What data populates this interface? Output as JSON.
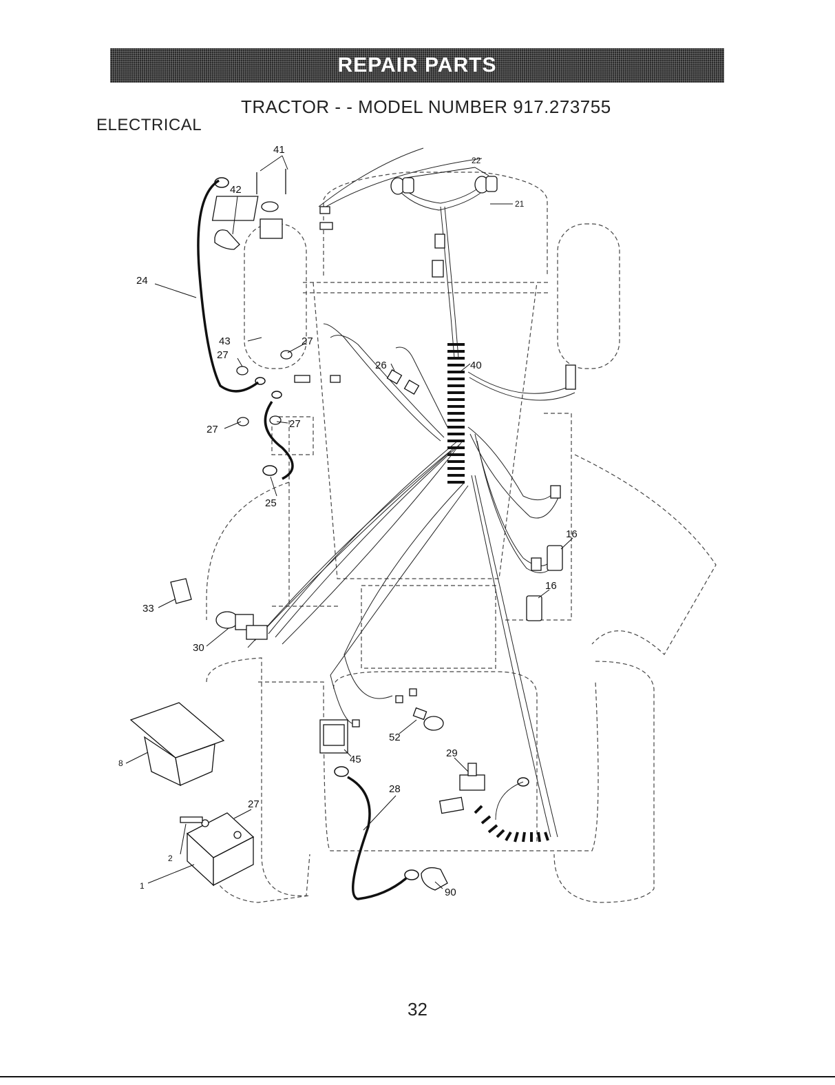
{
  "header": {
    "banner_text": "REPAIR PARTS",
    "title": "TRACTOR - - MODEL NUMBER 917.273755",
    "section": "ELECTRICAL"
  },
  "callouts": {
    "c22": "22",
    "c21": "21",
    "c42": "42",
    "c41": "41",
    "c24": "24",
    "c43": "43",
    "c27a": "27",
    "c27b": "27",
    "c27c": "27",
    "c27d": "27",
    "c27e": "27",
    "c26": "26",
    "c40": "40",
    "c25": "25",
    "c16a": "16",
    "c16b": "16",
    "c33": "33",
    "c30": "30",
    "c8": "8",
    "c52": "52",
    "c45": "45",
    "c29": "29",
    "c28": "28",
    "c2": "2",
    "c1": "1",
    "c90": "90"
  },
  "footer": {
    "page_number": "32"
  }
}
